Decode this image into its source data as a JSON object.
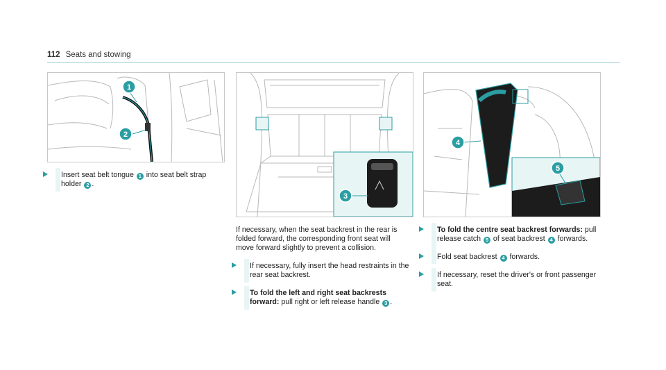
{
  "header": {
    "page_number": "112",
    "section": "Seats and stowing"
  },
  "figures": {
    "f1": {
      "callouts": [
        "1",
        "2"
      ]
    },
    "f2": {
      "callouts": [
        "3"
      ]
    },
    "f3": {
      "callouts": [
        "4",
        "5"
      ]
    }
  },
  "col1": {
    "step1": {
      "a": "Insert seat belt tongue",
      "n1": "1",
      "b": "into seat belt strap holder",
      "n2": "2",
      "c": "."
    }
  },
  "col2": {
    "intro": "If necessary, when the seat backrest in the rear is folded forward, the corresponding front seat will move forward slightly to prevent a collision.",
    "step1": "If necessary, fully insert the head restraints in the rear seat backrest.",
    "step2": {
      "bold": "To fold the left and right seat backrests forward:",
      "a": "pull right or left release handle",
      "n": "3",
      "c": "."
    }
  },
  "col3": {
    "step1": {
      "bold": "To fold the centre seat backrest forwards:",
      "a": "pull release catch",
      "n1": "5",
      "b": "of seat backrest",
      "n2": "4",
      "c": "forwards."
    },
    "step2": {
      "a": "Fold seat backrest",
      "n": "4",
      "b": "forwards."
    },
    "step3": "If necessary, reset the driver's or front passenger seat."
  },
  "colors": {
    "accent": "#2a9ea3",
    "highlight": "#e8f5f5",
    "line": "#9fcfd0"
  }
}
